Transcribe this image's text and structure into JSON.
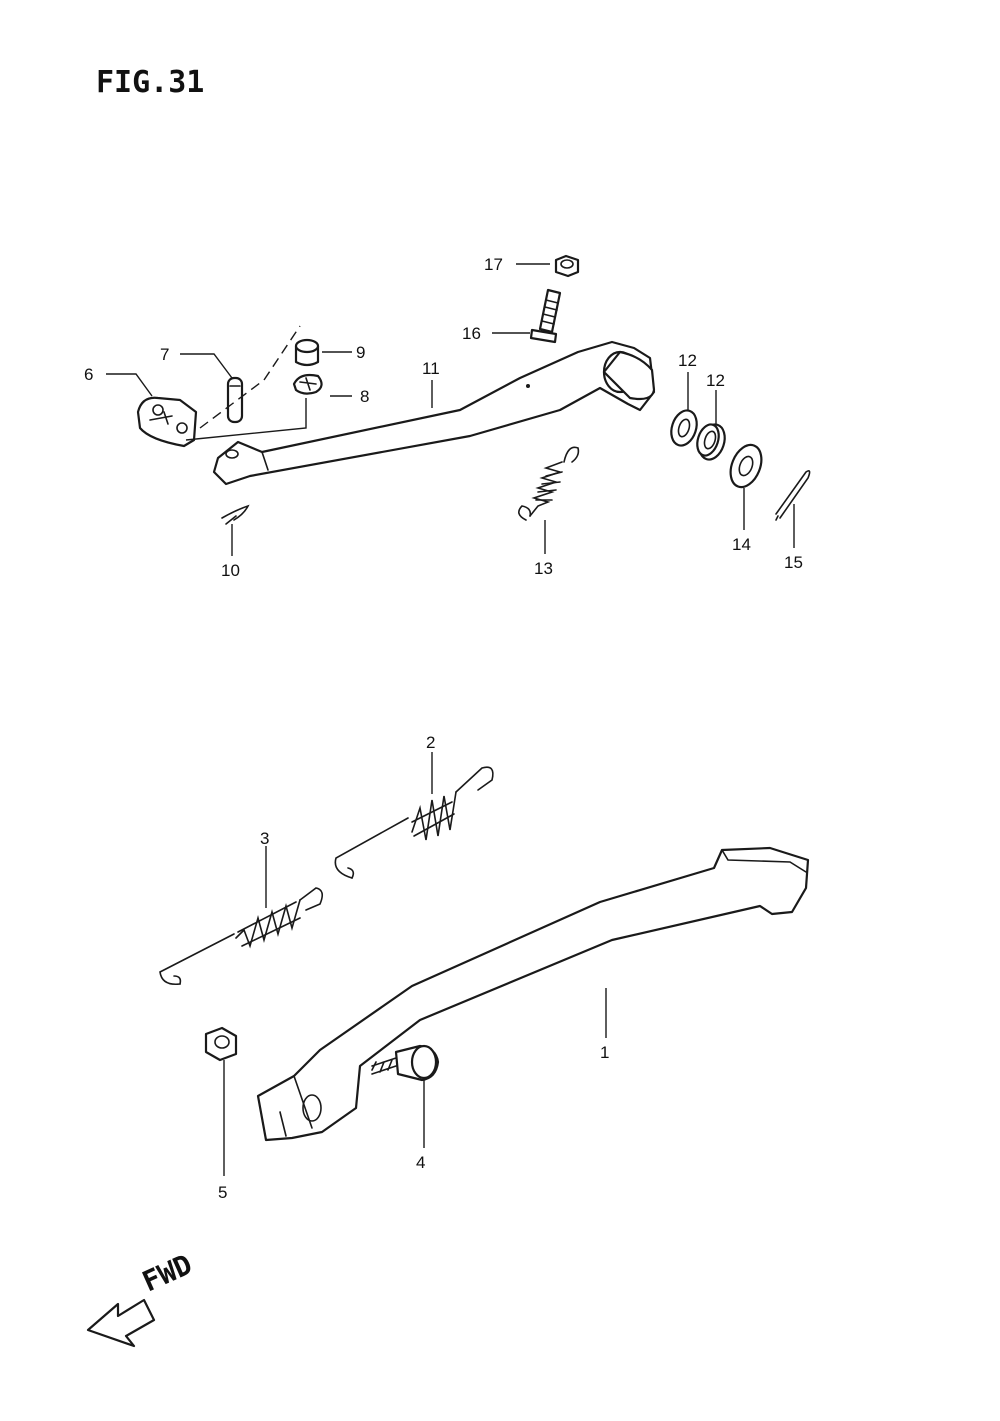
{
  "figure": {
    "title": "FIG.31"
  },
  "direction": {
    "label": "FWD"
  },
  "callouts": {
    "c1": "1",
    "c2": "2",
    "c3": "3",
    "c4": "4",
    "c5": "5",
    "c6": "6",
    "c7": "7",
    "c8": "8",
    "c9": "9",
    "c10": "10",
    "c11": "11",
    "c12a": "12",
    "c12b": "12",
    "c13": "13",
    "c14": "14",
    "c15": "15",
    "c16": "16",
    "c17": "17"
  }
}
